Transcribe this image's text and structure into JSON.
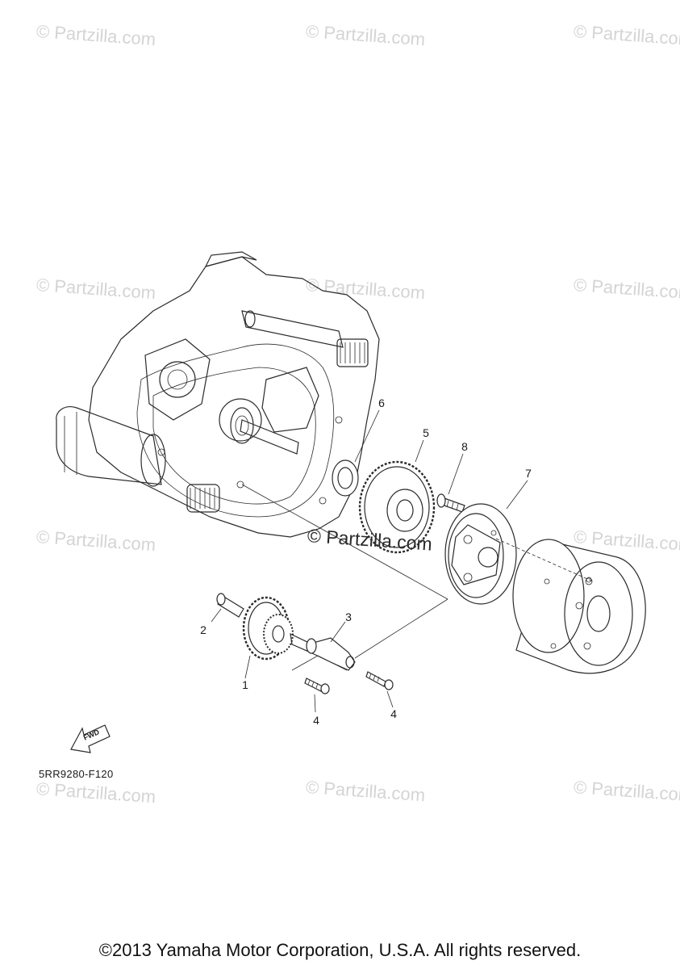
{
  "watermark": {
    "text": "© Partzilla.com",
    "center_text": "© Partzilla.com"
  },
  "callouts": {
    "c1": "1",
    "c2": "2",
    "c3": "3",
    "c4a": "4",
    "c4b": "4",
    "c5": "5",
    "c6": "6",
    "c7": "7",
    "c8": "8"
  },
  "fwd_label": "FWD",
  "diagram_code": "5RR9280-F120",
  "copyright": "©2013 Yamaha Motor Corporation, U.S.A. All rights reserved."
}
